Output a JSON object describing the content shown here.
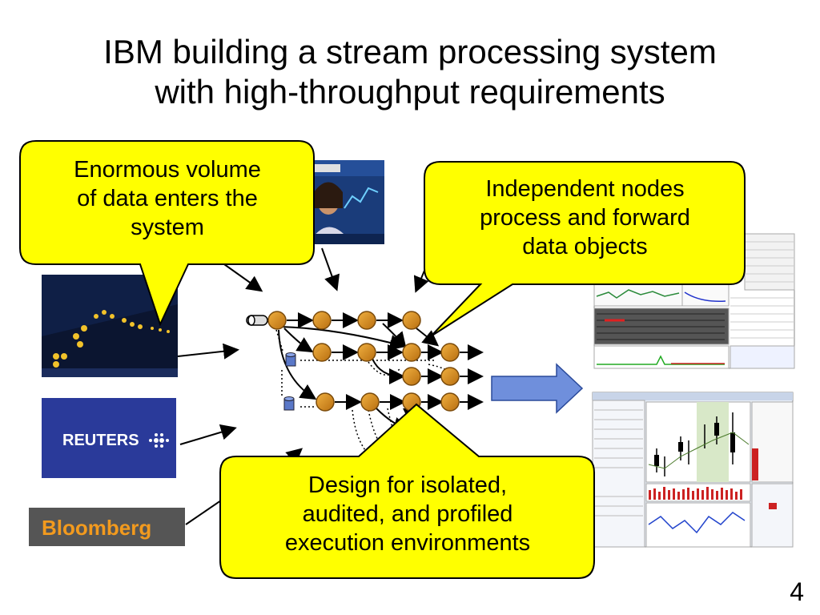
{
  "slide": {
    "title_line1": "IBM building a stream processing system",
    "title_line2": "with high-throughput requirements",
    "page_number": "4"
  },
  "callouts": {
    "volume": [
      "Enormous volume",
      "of data enters the",
      "system"
    ],
    "nodes": [
      "Independent nodes",
      "process and forward",
      "data objects"
    ],
    "design": [
      "Design for isolated,",
      "audited, and profiled",
      "execution environments"
    ]
  },
  "sources": {
    "reuters": "REUTERS",
    "bloomberg": "Bloomberg"
  },
  "colors": {
    "callout_fill": "#ffff00",
    "node_fill": "#d08a1c",
    "arrow_fill": "#6f8fdc",
    "reuters_bg": "#2a3a9a",
    "bloomberg_bg": "#555555",
    "bloomberg_text": "#f29a1e"
  },
  "icons": [
    "news-anchor-image",
    "stock-ticker-image",
    "reuters-logo",
    "bloomberg-logo",
    "dashboard-screenshot-icon",
    "trading-chart-screenshot-icon",
    "database-icon"
  ]
}
